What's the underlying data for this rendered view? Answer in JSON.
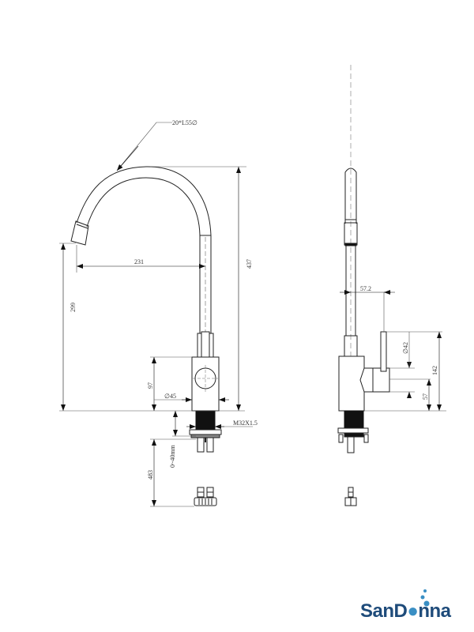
{
  "drawing": {
    "front_view": {
      "spout_label": "20*L55∅",
      "dim_reach": "231",
      "dim_total_height": "437",
      "dim_spout_height": "299",
      "dim_body_height": "97",
      "dim_body_diameter": "∅45",
      "dim_thread": "M32X1.5",
      "dim_deck_thickness": "0~40mm",
      "dim_hose_length": "483"
    },
    "side_view": {
      "dim_handle_offset": "57.2",
      "dim_handle_diameter": "∅42",
      "dim_handle_height": "142",
      "dim_handle_base": "57"
    }
  },
  "brand": {
    "name_part1": "San",
    "name_o": "D",
    "name_part2": "nna",
    "primary_color": "#1e4b7a",
    "accent_color": "#3a8fc4"
  }
}
